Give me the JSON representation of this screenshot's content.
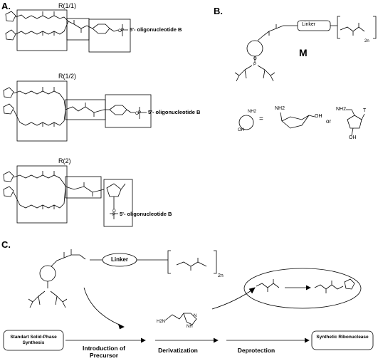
{
  "panels": {
    "a": "A.",
    "b": "B.",
    "c": "C."
  },
  "structures": {
    "r11": {
      "label": "R(1/1)",
      "oligo": "5'- oligonucleotide B"
    },
    "r12": {
      "label": "R(1/2)",
      "oligo": "5'- oligonucleotide B"
    },
    "r2": {
      "label": "R(2)",
      "oligo": "5'- oligonucleotide B"
    }
  },
  "panel_b": {
    "linker": "Linker",
    "compound": "M",
    "subscript": "2n",
    "equals": "=",
    "or": "or",
    "atoms": {
      "nh2": "NH2",
      "oh": "OH",
      "t": "T"
    }
  },
  "panel_c": {
    "linker": "Linker",
    "subscript": "2n",
    "steps": {
      "start": "Standart Solid-Phase Synthesis",
      "introduction": "Introduction of Precursor",
      "derivatization": "Derivatization",
      "deprotection": "Deprotection",
      "product": "Synthetic Ribonuclease"
    },
    "atoms": {
      "h2n": "H2N",
      "nh": "NH",
      "n": "N"
    }
  }
}
